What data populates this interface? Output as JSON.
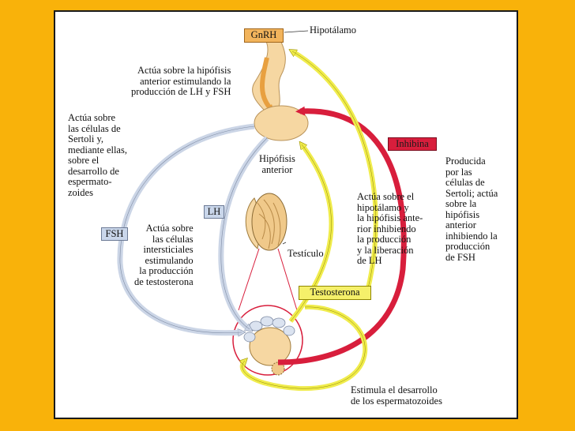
{
  "labels": {
    "gnrh": "GnRH",
    "hipotalamo": "Hipotálamo",
    "actua_gnrh": "Actúa sobre la hipófisis\nanterior estimulando la\nproducción de LH y FSH",
    "actua_fsh": "Actúa sobre\nlas células de\nSertoli y,\nmediante ellas,\nsobre el\ndesarrollo de\nespermato-\nzoides",
    "hipofisis": "Hipófisis\nanterior",
    "inhibina": "Inhibina",
    "producida": "Producida\npor las\ncélulas de\nSertoli; actúa\nsobre la\nhipófisis\nanterior\ninhibiendo la\nproducción\nde FSH",
    "actua_testosterona": "Actúa sobre el\nhipotálamo y\nla hipófisis ante-\nrior inhibiendo\nla producción\ny la liberación\nde LH",
    "lh": "LH",
    "fsh": "FSH",
    "actua_lh": "Actúa sobre\nlas células\nintersticiales\nestimulando\nla producción\nde testosterona",
    "testiculo": "Testículo",
    "testosterona": "Testosterona",
    "estimula": "Estimula el desarrollo\nde los espermatozoides"
  },
  "colors": {
    "background": "#F9B20A",
    "gnrh_box": "#F2B45C",
    "inhibina_box": "#D81E3C",
    "inhibina_arrow": "#D81E3C",
    "testosterona_box": "#F5F06A",
    "testosterona_arrow": "#F0EC4C",
    "lh_fsh_box": "#C9D6EA",
    "lh_fsh_arrow": "#CBD5E6",
    "gland": "#F6D7A2"
  }
}
